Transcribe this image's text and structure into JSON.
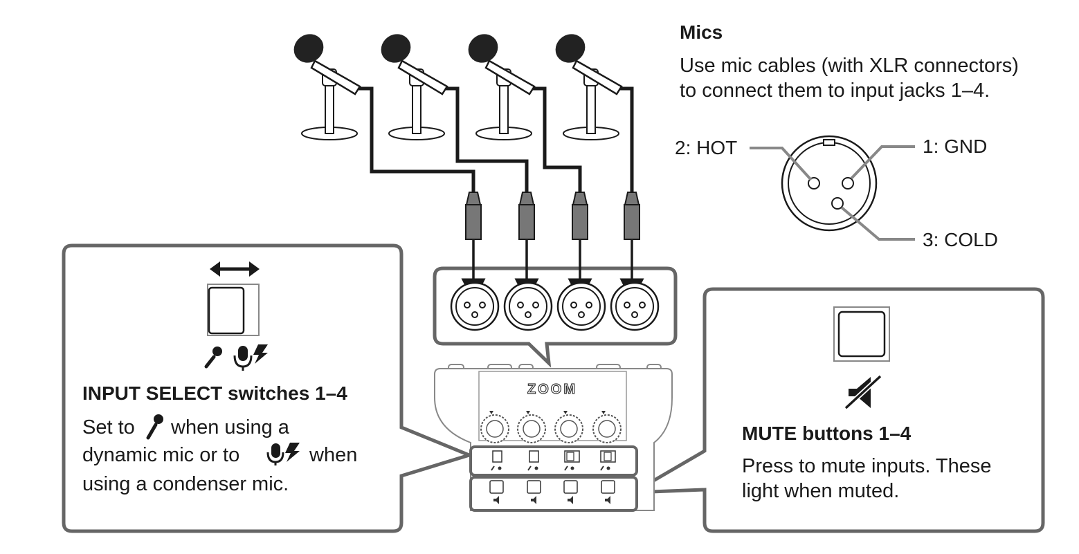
{
  "mics": {
    "title": "Mics",
    "desc_line1": "Use mic cables (with XLR connectors)",
    "desc_line2": "to connect them to input jacks 1–4."
  },
  "xlr_pins": {
    "pin2": "2: HOT",
    "pin1": "1: GND",
    "pin3": "3: COLD"
  },
  "input_select": {
    "title": "INPUT SELECT switches 1–4",
    "line1_a": "Set to",
    "line1_b": "when using a",
    "line2_a": "dynamic mic or to",
    "line2_b": "when",
    "line3": "using a condenser mic."
  },
  "mute": {
    "title": "MUTE buttons 1–4",
    "line1": "Press to mute inputs. These",
    "line2": "light when muted."
  },
  "device": {
    "brand": "ZOOM",
    "channels": 4
  },
  "icons": [
    "dynamic-mic-icon",
    "condenser-mic-icon",
    "mute-speaker-icon",
    "double-arrow-icon"
  ],
  "colors": {
    "line": "#1a1a1a",
    "callout_border": "#666666",
    "connector_fill": "#777777"
  }
}
